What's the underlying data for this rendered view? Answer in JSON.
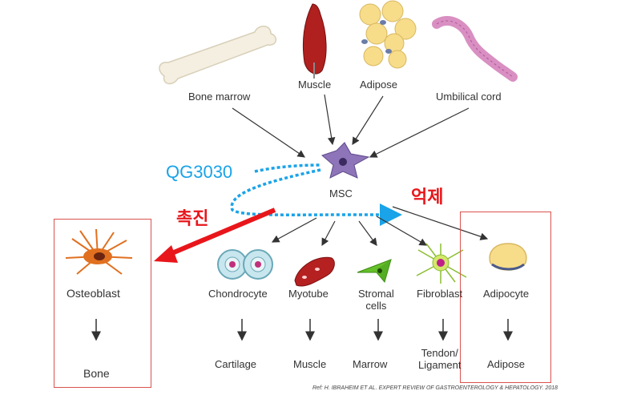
{
  "sources": {
    "bone_marrow": "Bone marrow",
    "muscle": "Muscle",
    "adipose": "Adipose",
    "umbilical_cord": "Umbilical cord"
  },
  "center": {
    "msc": "MSC"
  },
  "agent": "QG3030",
  "promote_label": "촉진",
  "inhibit_label": "억제",
  "cells": {
    "osteoblast": "Osteoblast",
    "chondrocyte": "Chondrocyte",
    "myotube": "Myotube",
    "stromal": "Stromal\ncells",
    "fibroblast": "Fibroblast",
    "adipocyte": "Adipocyte"
  },
  "tissues": {
    "bone": "Bone",
    "cartilage": "Cartilage",
    "muscle": "Muscle",
    "marrow": "Marrow",
    "tendon": "Tendon/\nLigament",
    "adipose": "Adipose"
  },
  "reference": "Ref: H. IBRAHEIM ET AL. EXPERT REVIEW OF GASTROENTEROLOGY & HEPATOLOGY. 2018",
  "colors": {
    "promote": "#e8161b",
    "inhibit": "#e8161b",
    "agent": "#1aa3e8",
    "arrow": "#333333",
    "box": "#d9534f"
  }
}
